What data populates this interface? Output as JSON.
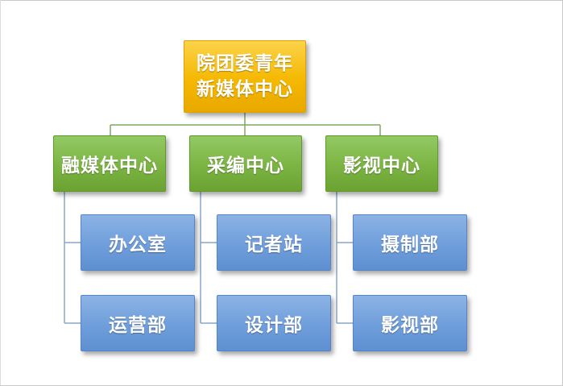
{
  "diagram": {
    "root": {
      "line1": "院团委青年",
      "line2": "新媒体中心"
    },
    "centers": [
      {
        "label": "融媒体中心",
        "departments": [
          "办公室",
          "运营部"
        ]
      },
      {
        "label": "采编中心",
        "departments": [
          "记者站",
          "设计部"
        ]
      },
      {
        "label": "影视中心",
        "departments": [
          "摄制部",
          "影视部"
        ]
      }
    ],
    "colors": {
      "root": "#f5b800",
      "center": "#7cb443",
      "department": "#6f9edb",
      "connector": "#7fa860"
    }
  }
}
